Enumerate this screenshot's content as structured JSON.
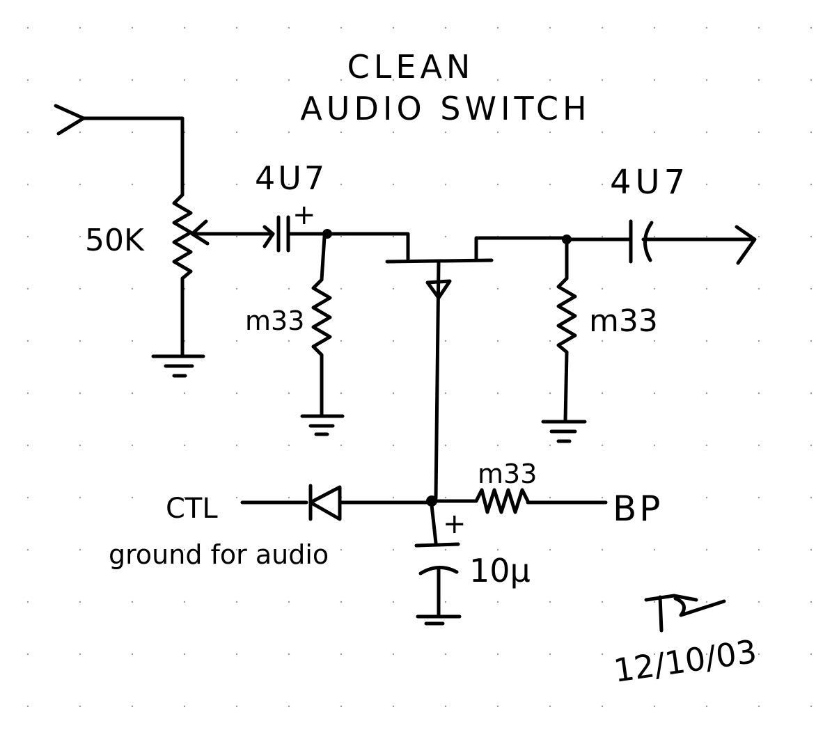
{
  "title": {
    "line1": "CLEAN",
    "line2": "AUDIO SWITCH"
  },
  "labels": {
    "pot": "50K",
    "cap_in": "4U7",
    "cap_in_polarity": "+",
    "cap_out": "4U7",
    "res_left": "m33",
    "res_right": "m33",
    "res_bottom": "m33",
    "cap_bottom": "10µ",
    "cap_bottom_polarity": "+",
    "ctl": "CTL",
    "ctl_note": "ground for audio",
    "bp": "BP",
    "date": "12/10/03"
  },
  "colors": {
    "ink": "#000000",
    "paper": "#ffffff",
    "grid": "#9a9a9a"
  }
}
